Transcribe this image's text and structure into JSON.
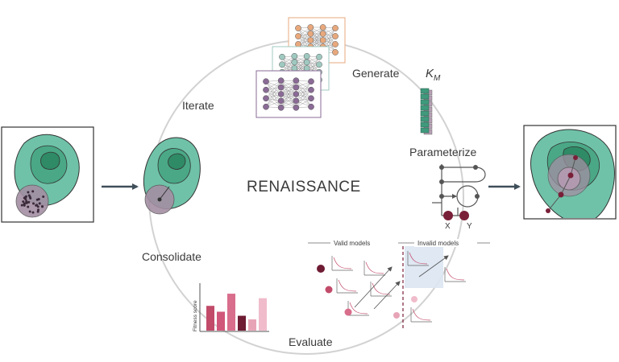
{
  "title": "RENAISSANCE",
  "steps": {
    "generate": "Generate",
    "parameterize": "Parameterize",
    "evaluate": "Evaluate",
    "consolidate": "Consolidate",
    "iterate": "Iterate"
  },
  "km": {
    "main": "K",
    "sub": "M"
  },
  "network": {
    "x": "X",
    "y": "Y"
  },
  "evaluation": {
    "valid_models": "Valid models",
    "invalid_models": "Invalid models"
  },
  "fitness_chart": {
    "ylabel": "Fitness score",
    "values": [
      0.55,
      0.42,
      0.82,
      0.33,
      0.25,
      0.72
    ],
    "colors": [
      "#c24b6a",
      "#d0577a",
      "#d96d8c",
      "#6e1b33",
      "#e8a4b7",
      "#f0bccb"
    ]
  },
  "colors": {
    "teal_outer": "#6fc2a8",
    "teal_mid": "#4aa886",
    "teal_inner": "#2f8a66",
    "mauve": "#a48ea3",
    "arrow": "#3f4f5a",
    "ring": "#d2d2d2",
    "maroon": "#7a1f38",
    "orange_node": "#e8a87c",
    "purple_node": "#8a6b95"
  }
}
